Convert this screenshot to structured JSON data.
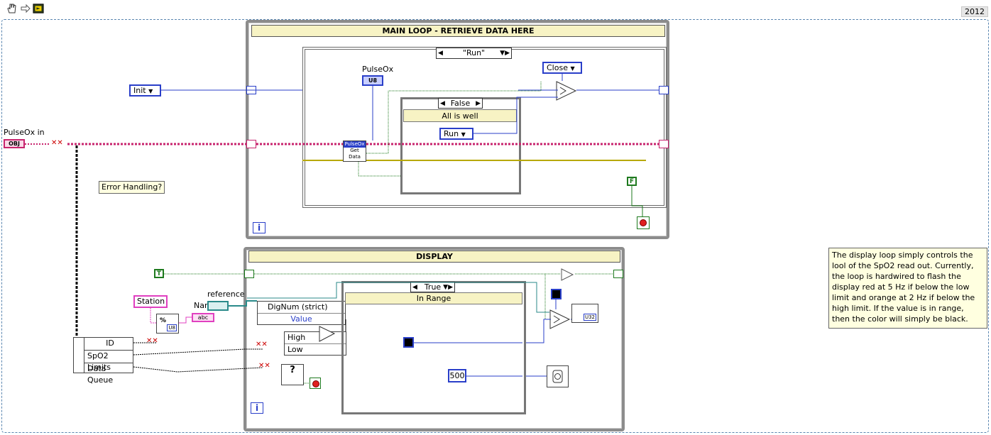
{
  "toolbar": {
    "icons": [
      "hand-icon",
      "arrow-icon",
      "highlight-icon"
    ],
    "version_label": "2012"
  },
  "main_loop": {
    "title": "MAIN LOOP - RETRIEVE DATA HERE",
    "case_selector": "\"Run\"",
    "pulseox_label": "PulseOx",
    "pulseox_type": "U8",
    "pulseox_node_label": "PulseOx",
    "get_data_label": "Get Data",
    "inner_case_selector": "False",
    "inner_case_label": "All is well",
    "init_const": "Init",
    "run_const": "Run",
    "close_const": "Close",
    "false_const": "F",
    "iteration_label": "i"
  },
  "pulseox_in_label": "PulseOx in",
  "obj_tag": "OBJ",
  "error_note": "Error Handling?",
  "display_loop": {
    "title": "DISPLAY",
    "true_const": "T",
    "reference_label": "reference",
    "name_label_partial": "Nar",
    "station_label": "Station",
    "digital_property": "DigNum (strict)",
    "value_property": "Value",
    "case_selector": "True",
    "case_label": "In Range",
    "high_label": "High",
    "low_label": "Low",
    "number_const": "500",
    "iteration_label": "i",
    "abc_tag": "abc",
    "u32_tag": "U32",
    "u8_tag": "U8"
  },
  "cluster": {
    "items": [
      "ID",
      "SpO2 Limits",
      "Data Queue"
    ]
  },
  "comment": "The display loop simply controls the lool of the SpO2 read out.  Currently, the loop is hardwired to flash the display red at 5 Hz if below the low limit and orange at 2 Hz if below the high limit.  If the value is in range, then the color will simply be black.",
  "colors": {
    "enum_blue": "#2a3fc9",
    "object_pink": "#c8246e",
    "boolean_green": "#1e7a1e",
    "error_yellow": "#b8a800",
    "title_yellow": "#f7f3c4"
  }
}
